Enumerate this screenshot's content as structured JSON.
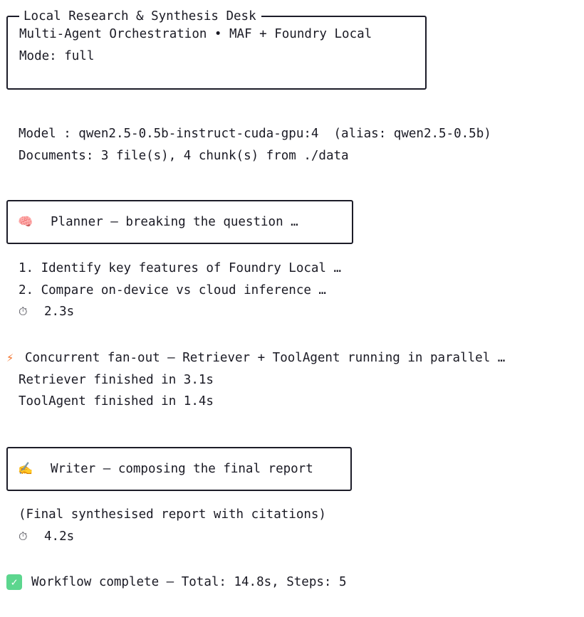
{
  "app": {
    "title": "Local Research & Synthesis Desk",
    "subtitle": "Multi-Agent Orchestration • MAF + Foundry Local",
    "mode_line": "Mode: full"
  },
  "meta": {
    "model_line": "Model : qwen2.5-0.5b-instruct-cuda-gpu:4  (alias: qwen2.5-0.5b)",
    "documents_line": "Documents: 3 file(s), 4 chunk(s) from ./data"
  },
  "planner": {
    "icon": "brain-icon",
    "icon_glyph": "🧠",
    "header": "Planner — breaking the question …",
    "steps": [
      "1. Identify key features of Foundry Local …",
      "2. Compare on-device vs cloud inference …"
    ],
    "timer_glyph": "⏱",
    "duration": "2.3s"
  },
  "fanout": {
    "icon": "lightning-bolt-icon",
    "icon_glyph": "⚡",
    "header": "Concurrent fan-out — Retriever + ToolAgent running in parallel …",
    "results": [
      "Retriever finished in 3.1s",
      "ToolAgent finished in 1.4s"
    ]
  },
  "writer": {
    "icon": "writing-hand-icon",
    "icon_glyph": "✍️",
    "header": "Writer — composing the final report",
    "output": "(Final synthesised report with citations)",
    "timer_glyph": "⏱",
    "duration": "4.2s"
  },
  "completion": {
    "icon": "check-badge-icon",
    "check_glyph": "✓",
    "text": "Workflow complete — Total: 14.8s, Steps: 5",
    "accent_color": "#5cd68e"
  },
  "colors": {
    "background": "#ffffff",
    "text": "#1a1a24",
    "border": "#1c1c28",
    "bolt": "#f2722b",
    "success": "#5cd68e"
  }
}
